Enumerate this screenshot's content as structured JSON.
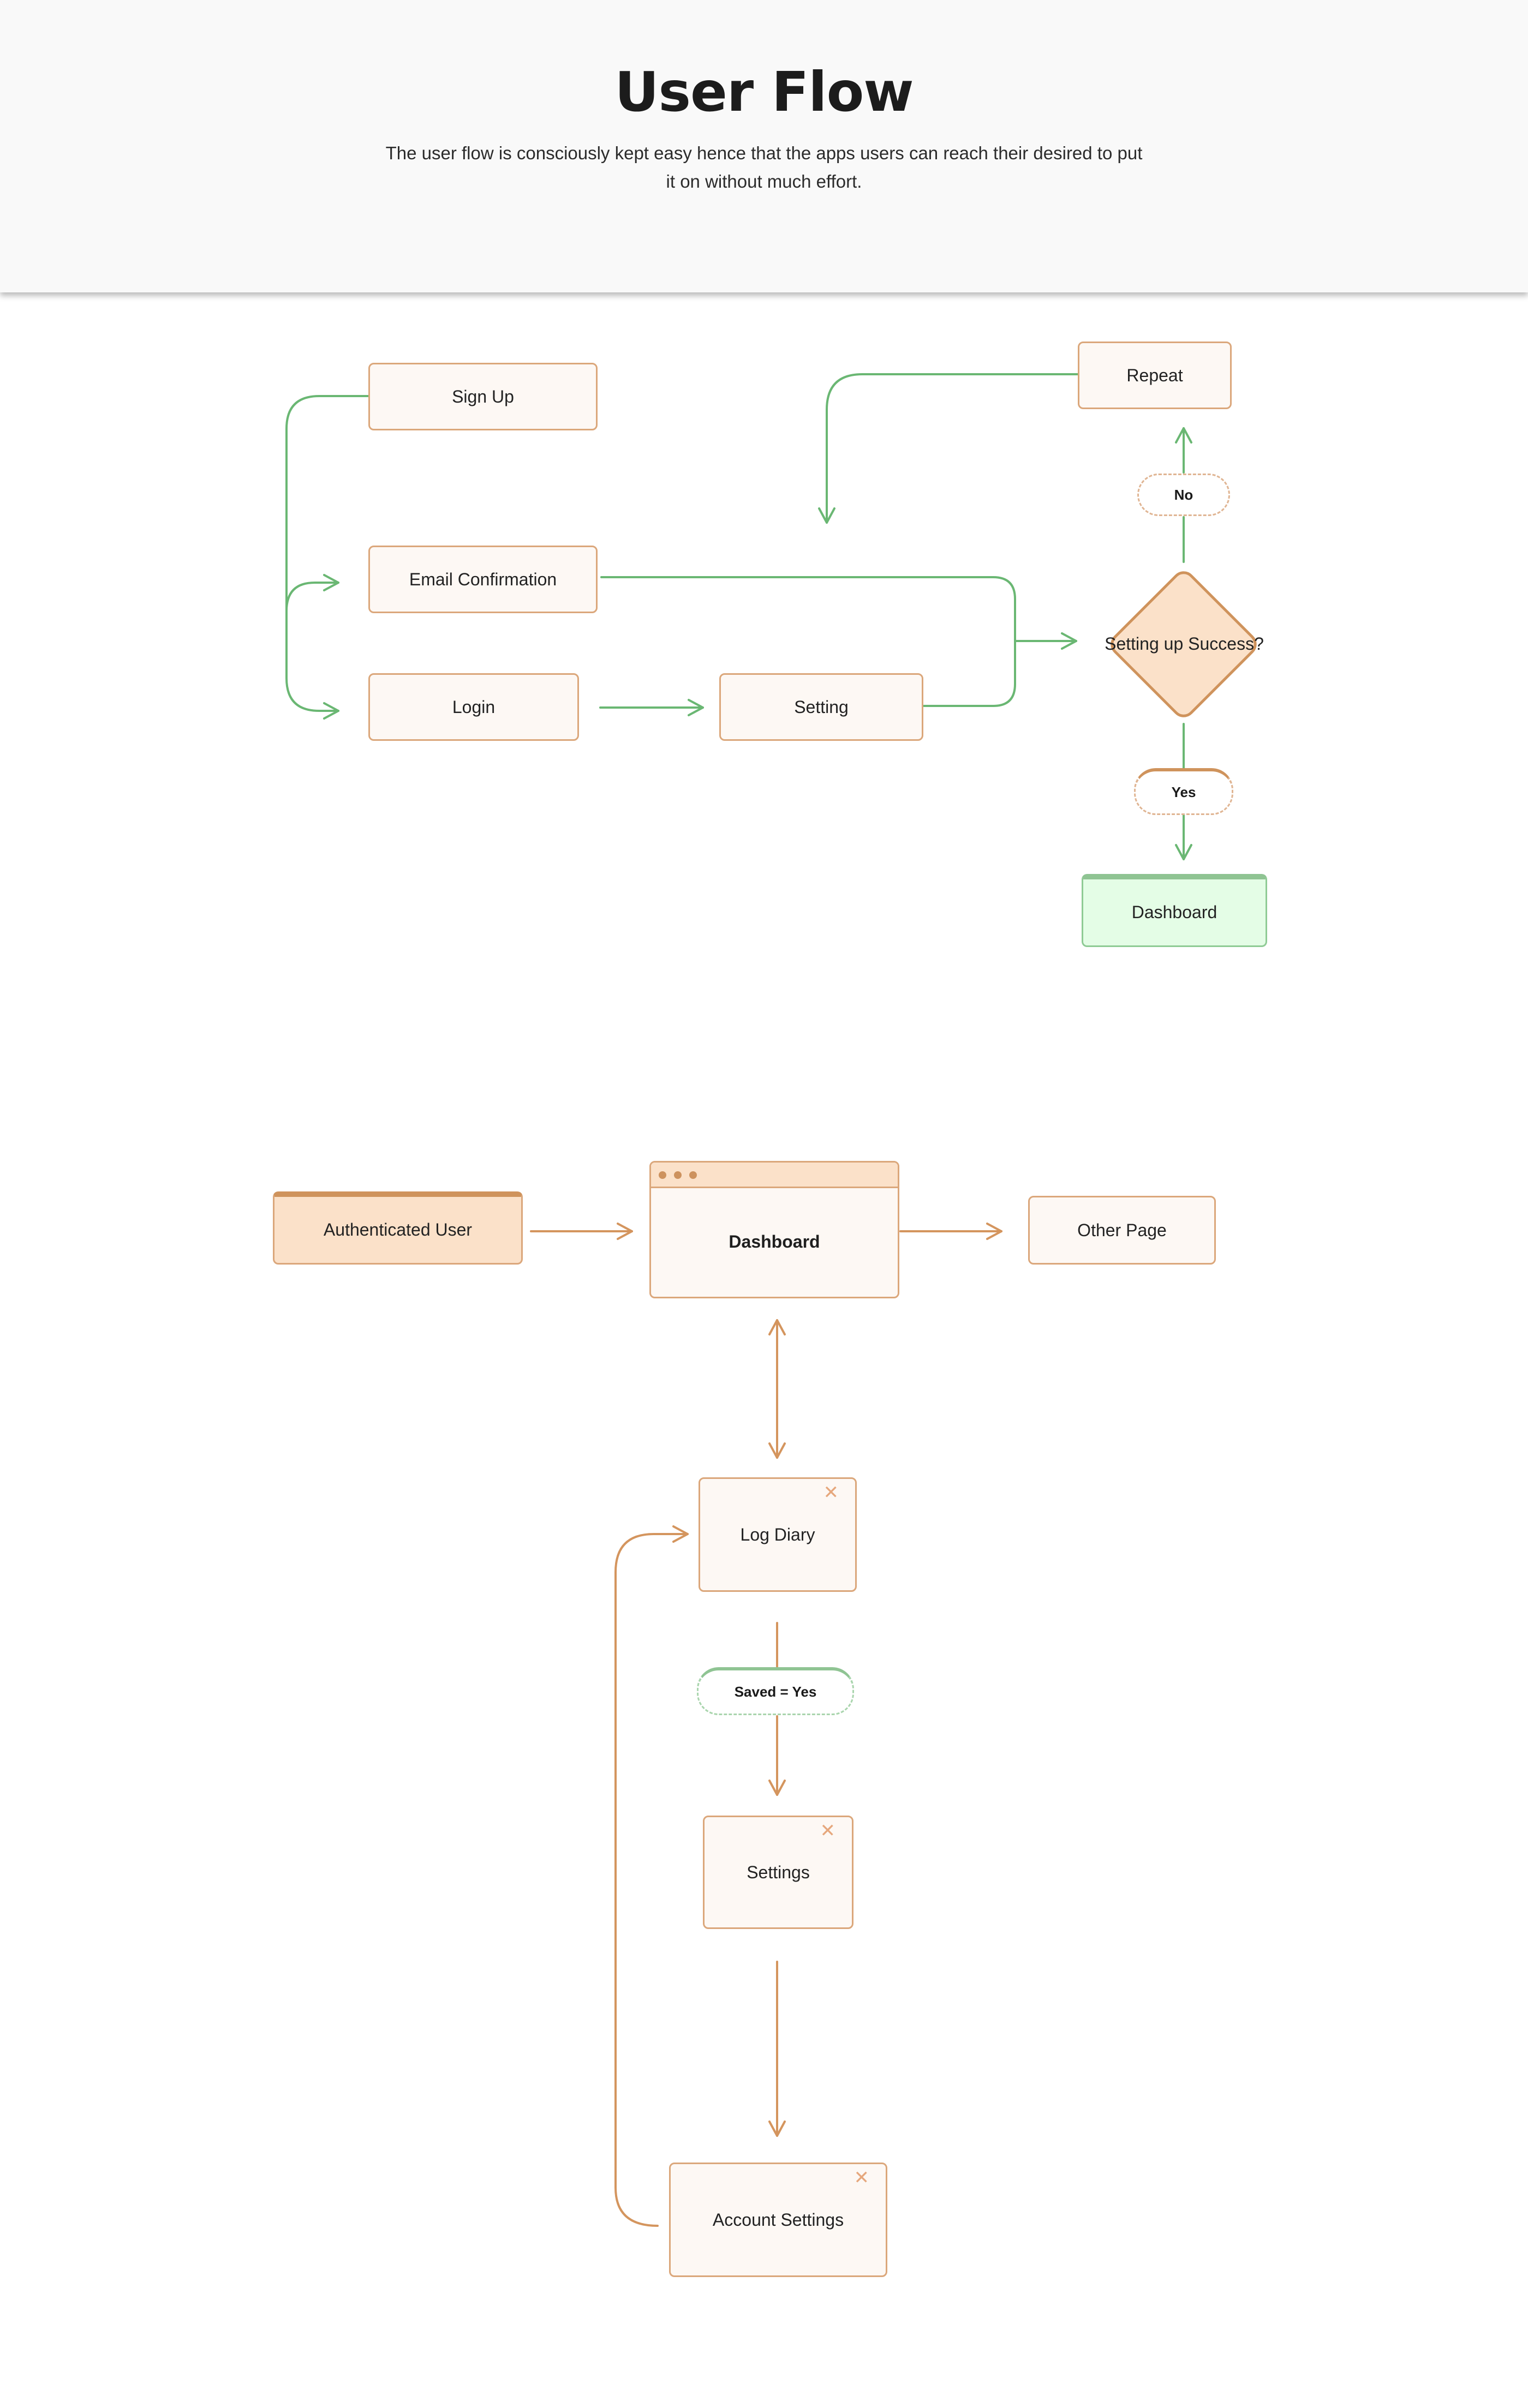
{
  "header": {
    "title": "User Flow",
    "subtitle": "The user flow is consciously kept easy hence that the apps users can reach their desired to put it on without much effort."
  },
  "flow_one": {
    "sign_up": "Sign Up",
    "email_confirmation": "Email Confirmation",
    "login": "Login",
    "setting": "Setting",
    "decision": "Setting up Success?",
    "no_label": "No",
    "yes_label": "Yes",
    "repeat": "Repeat",
    "dashboard": "Dashboard"
  },
  "flow_two": {
    "authenticated_user": "Authenticated User",
    "dashboard": "Dashboard",
    "other_page": "Other Page",
    "log_diary": "Log Diary",
    "saved_label": "Saved = Yes",
    "settings": "Settings",
    "account_settings": "Account Settings"
  },
  "colors": {
    "green_edge": "#6ab773",
    "orange_edge": "#d4955e",
    "node_border": "#dba77b",
    "node_fill": "#fdf8f4",
    "accent_fill": "#fbe1c9",
    "success_fill": "#e4fde6"
  }
}
